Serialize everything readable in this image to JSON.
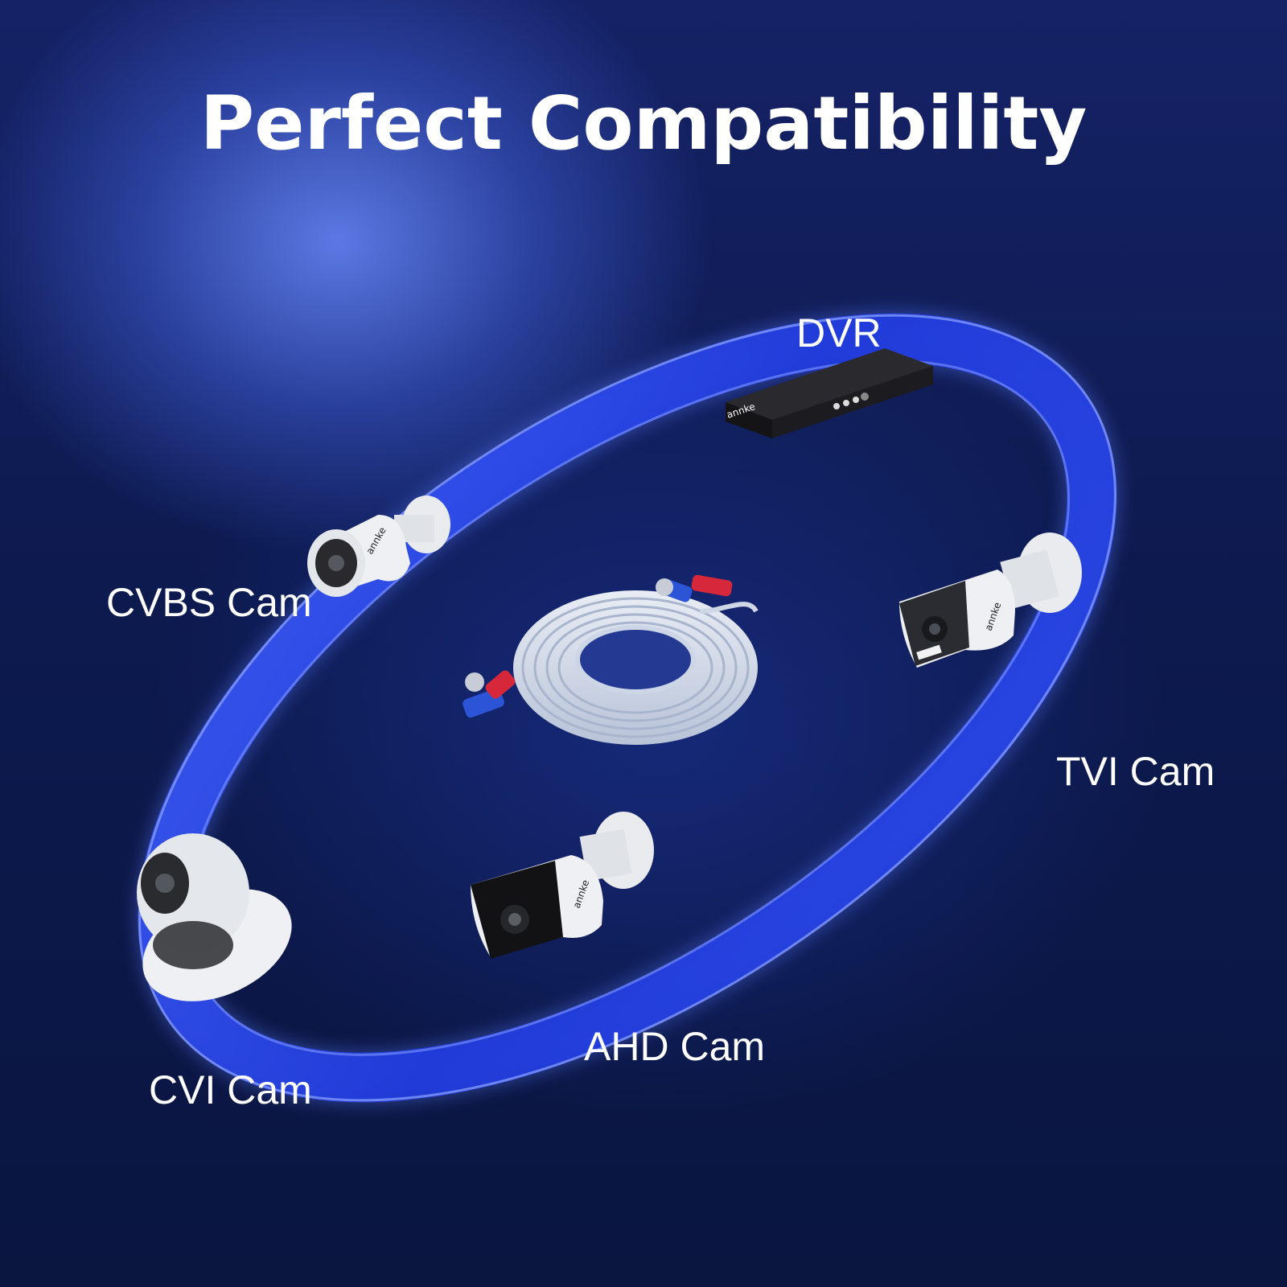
{
  "title": "Perfect Compatibility",
  "labels": {
    "dvr": "DVR",
    "cvbs": "CVBS Cam",
    "tvi": "TVI Cam",
    "ahd": "AHD Cam",
    "cvi": "CVI Cam"
  },
  "brand": "annke",
  "colors": {
    "ring": "#2f52ff",
    "ring_glow": "#5f7dff",
    "background": "#0a1235",
    "camera_body": "#eef0f3",
    "dvr_body": "#1b1b1e"
  }
}
